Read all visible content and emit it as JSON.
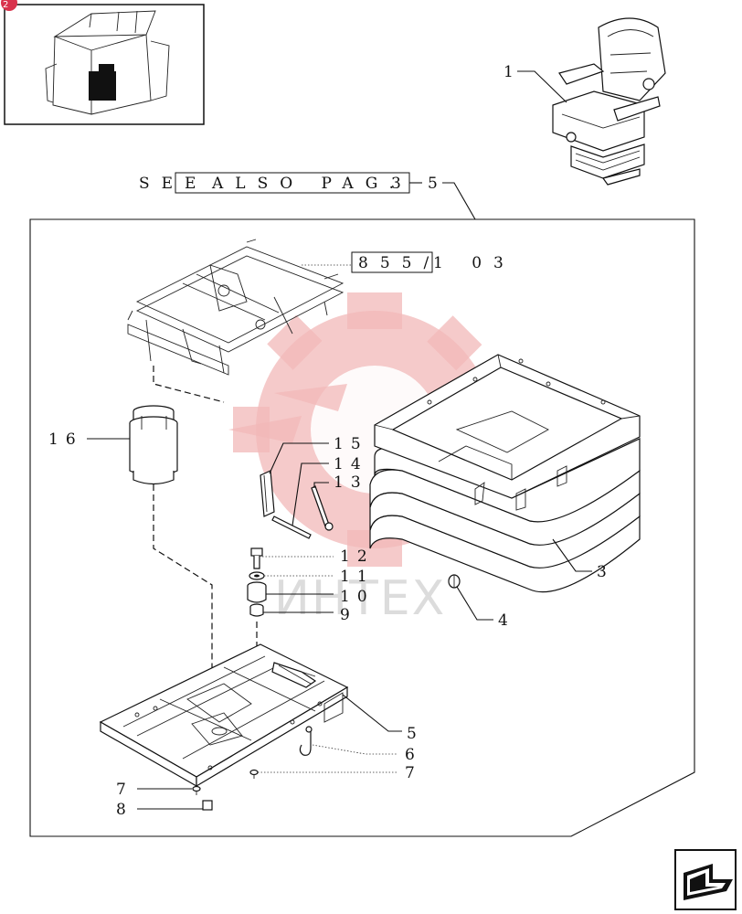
{
  "header": {
    "see_also_prefix": "SEE",
    "see_also_text": "ALSO PAG.",
    "see_also_page": "3",
    "see_also_suffix": "5",
    "badge": "2"
  },
  "reference_box": {
    "boxed": "855/",
    "rest": "1 03"
  },
  "watermark": {
    "text": "ИНТЕХ"
  },
  "callouts": {
    "c1": "1",
    "c3": "3",
    "c4": "4",
    "c5": "5",
    "c6": "6",
    "c7a": "7",
    "c7b": "7",
    "c8": "8",
    "c9": "9",
    "c10": "10",
    "c11": "11",
    "c12": "12",
    "c13": "13",
    "c14": "14",
    "c15": "15",
    "c16": "16"
  },
  "icons": {
    "thumbnail": "tractor-cab-thumbnail-icon",
    "seat": "tractor-seat-icon",
    "next": "next-page-arrow-icon"
  }
}
